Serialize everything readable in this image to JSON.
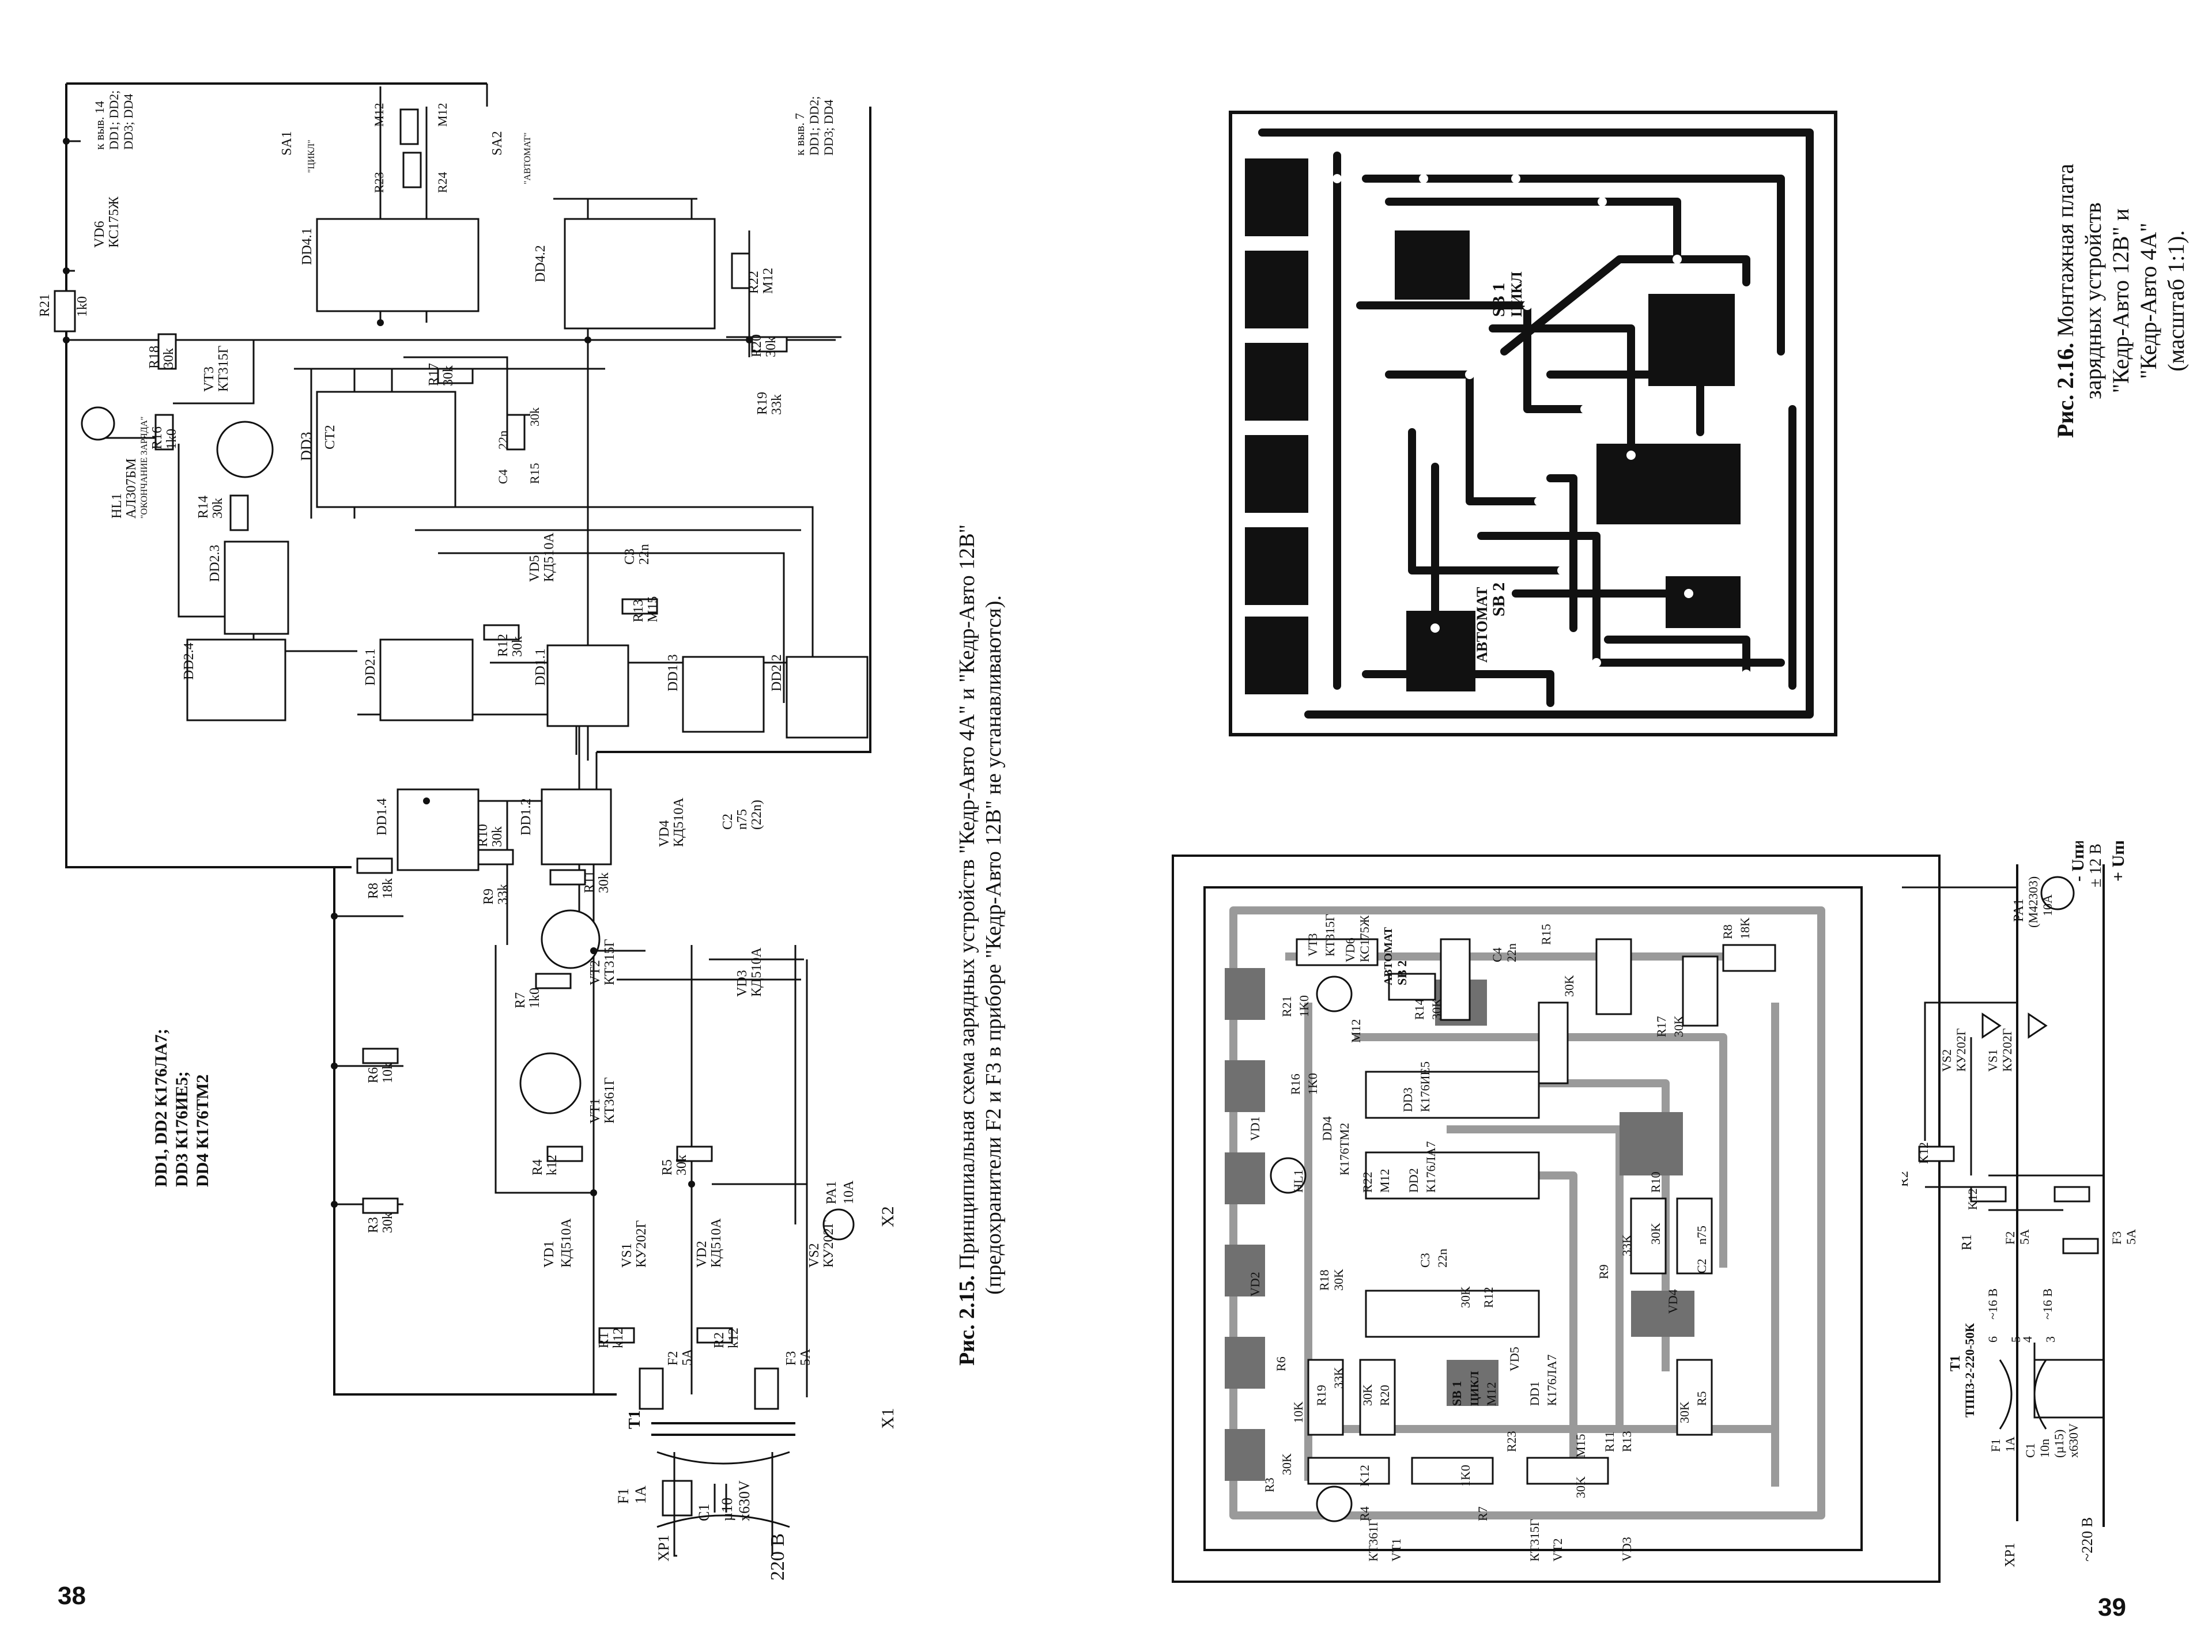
{
  "pages": {
    "left_number": "38",
    "right_number": "39"
  },
  "chip_legend": [
    "DD1, DD2  К176ЛА7;",
    "DD3  К176ИЕ5;",
    "DD4  К176ТМ2"
  ],
  "figure_215": {
    "number": "Рис. 2.15.",
    "title": "Принципиальная схема зарядных устройств \"Кедр-Авто 4А\" и \"Кедр-Авто 12В\"",
    "note": "(предохранители F2 и F3 в приборе \"Кедр-Авто 12В\" не устанавливаются)."
  },
  "figure_216": {
    "number": "Рис. 2.16.",
    "line1": "Монтажная плата",
    "line2": "зарядных устройств",
    "line3": "\"Кедр-Авто 12В\" и",
    "line4": "\"Кедр-Авто 4А\"",
    "line5": "(масштаб 1:1)."
  },
  "schematic": {
    "labels": [
      {
        "id": "XP1",
        "text": "XP1"
      },
      {
        "id": "F1",
        "text": "F1"
      },
      {
        "id": "F1v",
        "text": "1A"
      },
      {
        "id": "C1",
        "text": "C1"
      },
      {
        "id": "C1v",
        "text": "µ10"
      },
      {
        "id": "C1w",
        "text": "x630V"
      },
      {
        "id": "mains",
        "text": "~ 220 В"
      },
      {
        "id": "T1",
        "text": "T1"
      },
      {
        "id": "X1",
        "text": "X1"
      },
      {
        "id": "X2",
        "text": "X2"
      },
      {
        "id": "PA1",
        "text": "PA1"
      },
      {
        "id": "PA1v",
        "text": "10A"
      },
      {
        "id": "F2",
        "text": "F2"
      },
      {
        "id": "F2v",
        "text": "5A"
      },
      {
        "id": "F3",
        "text": "F3"
      },
      {
        "id": "F3v",
        "text": "5A"
      },
      {
        "id": "R1",
        "text": "R1"
      },
      {
        "id": "R1v",
        "text": "k12"
      },
      {
        "id": "R2",
        "text": "R2"
      },
      {
        "id": "R2v",
        "text": "k12"
      },
      {
        "id": "VD1",
        "text": "VD1"
      },
      {
        "id": "VD1v",
        "text": "КД510А"
      },
      {
        "id": "VS1",
        "text": "VS1"
      },
      {
        "id": "VS1v",
        "text": "КУ202Г"
      },
      {
        "id": "VD2",
        "text": "VD2"
      },
      {
        "id": "VD2v",
        "text": "КД510А"
      },
      {
        "id": "VS2",
        "text": "VS2"
      },
      {
        "id": "VS2v",
        "text": "КУ202Г"
      },
      {
        "id": "R3",
        "text": "R3"
      },
      {
        "id": "R3v",
        "text": "30k"
      },
      {
        "id": "R4",
        "text": "R4"
      },
      {
        "id": "R4v",
        "text": "k12"
      },
      {
        "id": "R5",
        "text": "R5"
      },
      {
        "id": "R5v",
        "text": "30k"
      },
      {
        "id": "R6",
        "text": "R6"
      },
      {
        "id": "R6v",
        "text": "10k"
      },
      {
        "id": "VT1",
        "text": "VT1"
      },
      {
        "id": "VT1v",
        "text": "КТ361Г"
      },
      {
        "id": "R7",
        "text": "R7"
      },
      {
        "id": "R7v",
        "text": "1k0"
      },
      {
        "id": "VT2",
        "text": "VT2"
      },
      {
        "id": "VT2v",
        "text": "КТ315Г"
      },
      {
        "id": "VD3",
        "text": "VD3"
      },
      {
        "id": "VD3v",
        "text": "КД510А"
      },
      {
        "id": "R8",
        "text": "R8"
      },
      {
        "id": "R8v",
        "text": "18k"
      },
      {
        "id": "R9",
        "text": "R9"
      },
      {
        "id": "R9v",
        "text": "33k"
      },
      {
        "id": "R10",
        "text": "R10"
      },
      {
        "id": "R10v",
        "text": "30k"
      },
      {
        "id": "R11",
        "text": "R11"
      },
      {
        "id": "R11v",
        "text": "30k"
      },
      {
        "id": "VD4",
        "text": "VD4"
      },
      {
        "id": "VD4v",
        "text": "КД510А"
      },
      {
        "id": "C2",
        "text": "C2"
      },
      {
        "id": "C2v",
        "text": "n75"
      },
      {
        "id": "C2w",
        "text": "(22n)"
      },
      {
        "id": "DD14",
        "text": "DD1.4"
      },
      {
        "id": "DD12",
        "text": "DD1.2"
      },
      {
        "id": "DD24",
        "text": "DD2.4"
      },
      {
        "id": "DD21",
        "text": "DD2.1"
      },
      {
        "id": "DD11",
        "text": "DD1.1"
      },
      {
        "id": "DD13",
        "text": "DD1.3"
      },
      {
        "id": "DD22",
        "text": "DD2.2"
      },
      {
        "id": "DD23",
        "text": "DD2.3"
      },
      {
        "id": "R12",
        "text": "R12"
      },
      {
        "id": "R12v",
        "text": "30k"
      },
      {
        "id": "R13",
        "text": "R13"
      },
      {
        "id": "R13v",
        "text": "M15"
      },
      {
        "id": "C3",
        "text": "C3"
      },
      {
        "id": "C3v",
        "text": "22n"
      },
      {
        "id": "VD5",
        "text": "VD5"
      },
      {
        "id": "VD5v",
        "text": "КД510А"
      },
      {
        "id": "R14",
        "text": "R14"
      },
      {
        "id": "R14v",
        "text": "30k"
      },
      {
        "id": "HL1",
        "text": "HL1"
      },
      {
        "id": "HL1v",
        "text": "АЛ307БМ"
      },
      {
        "id": "HL1w",
        "text": "\"ОКОНЧАНИЕ ЗАРЯДА\""
      },
      {
        "id": "R16",
        "text": "R16"
      },
      {
        "id": "R16v",
        "text": "1k0"
      },
      {
        "id": "VT3",
        "text": "VT3"
      },
      {
        "id": "VT3v",
        "text": "КТ315Г"
      },
      {
        "id": "R18",
        "text": "R18"
      },
      {
        "id": "R18v",
        "text": "30k"
      },
      {
        "id": "DD3",
        "text": "DD3"
      },
      {
        "id": "CT2",
        "text": "CT2"
      },
      {
        "id": "C4",
        "text": "C4"
      },
      {
        "id": "C4v",
        "text": "22n"
      },
      {
        "id": "R15",
        "text": "R15"
      },
      {
        "id": "R15v",
        "text": "30k"
      },
      {
        "id": "R17",
        "text": "R17"
      },
      {
        "id": "R17v",
        "text": "30k"
      },
      {
        "id": "R21",
        "text": "R21"
      },
      {
        "id": "R21v",
        "text": "1k0"
      },
      {
        "id": "VD6",
        "text": "VD6"
      },
      {
        "id": "VD6v",
        "text": "КС175Ж"
      },
      {
        "id": "pin14",
        "text": "к выв. 14"
      },
      {
        "id": "pin14b",
        "text": "DD1; DD2;"
      },
      {
        "id": "pin14c",
        "text": "DD3; DD4"
      },
      {
        "id": "DD41",
        "text": "DD4.1"
      },
      {
        "id": "DD42",
        "text": "DD4.2"
      },
      {
        "id": "SA1",
        "text": "SA1"
      },
      {
        "id": "SA1v",
        "text": "\"ЦИКЛ\""
      },
      {
        "id": "SA2",
        "text": "SA2"
      },
      {
        "id": "SA2v",
        "text": "\"АВТОМАТ\""
      },
      {
        "id": "R23",
        "text": "R23"
      },
      {
        "id": "R23v",
        "text": "M12"
      },
      {
        "id": "R24",
        "text": "R24"
      },
      {
        "id": "R24v",
        "text": "M12"
      },
      {
        "id": "R22",
        "text": "R22"
      },
      {
        "id": "R22v",
        "text": "M12"
      },
      {
        "id": "R20",
        "text": "R20"
      },
      {
        "id": "R20v",
        "text": "30k"
      },
      {
        "id": "R19",
        "text": "R19"
      },
      {
        "id": "R19v",
        "text": "33k"
      },
      {
        "id": "pin7",
        "text": "к выв. 7"
      },
      {
        "id": "pin7b",
        "text": "DD1; DD2;"
      },
      {
        "id": "pin7c",
        "text": "DD3; DD4"
      }
    ]
  },
  "pcb": {
    "labels": [
      {
        "id": "sb1",
        "text": "SB 1"
      },
      {
        "id": "cycle",
        "text": "ЦИКЛ"
      },
      {
        "id": "auto",
        "text": "АВТОМАТ"
      },
      {
        "id": "sb2",
        "text": "SB 2"
      }
    ]
  },
  "assembly": {
    "labels": [
      {
        "id": "R21",
        "text": "R21"
      },
      {
        "id": "R21v",
        "text": "1K0"
      },
      {
        "id": "VT3",
        "text": "VT3"
      },
      {
        "id": "VT3v",
        "text": "КТ315Г"
      },
      {
        "id": "VD6",
        "text": "VD6"
      },
      {
        "id": "VD6v",
        "text": "КС175Ж"
      },
      {
        "id": "M12a",
        "text": "M12"
      },
      {
        "id": "auto",
        "text": "АВТОМАТ"
      },
      {
        "id": "sb2",
        "text": "SB 2"
      },
      {
        "id": "R14",
        "text": "R14"
      },
      {
        "id": "R14v",
        "text": "30K"
      },
      {
        "id": "C4",
        "text": "C4"
      },
      {
        "id": "C4v",
        "text": "22n"
      },
      {
        "id": "R15",
        "text": "R15"
      },
      {
        "id": "R15v",
        "text": "30K"
      },
      {
        "id": "R8",
        "text": "R8"
      },
      {
        "id": "R8v",
        "text": "18K"
      },
      {
        "id": "R17",
        "text": "R17"
      },
      {
        "id": "R17v",
        "text": "30K"
      },
      {
        "id": "DD3",
        "text": "DD3"
      },
      {
        "id": "DD3v",
        "text": "К176ИЕ5"
      },
      {
        "id": "R16",
        "text": "R16"
      },
      {
        "id": "R16v",
        "text": "1K0"
      },
      {
        "id": "VD1",
        "text": "VD1"
      },
      {
        "id": "HL1",
        "text": "HL1"
      },
      {
        "id": "DD4",
        "text": "DD4"
      },
      {
        "id": "DD4v",
        "text": "К176ТМ2"
      },
      {
        "id": "R22",
        "text": "R22"
      },
      {
        "id": "M12b",
        "text": "M12"
      },
      {
        "id": "DD2",
        "text": "DD2"
      },
      {
        "id": "DD2v",
        "text": "К176ЛА7"
      },
      {
        "id": "R10",
        "text": "R10"
      },
      {
        "id": "R10v",
        "text": "30K"
      },
      {
        "id": "R9v",
        "text": "33K"
      },
      {
        "id": "R9",
        "text": "R9"
      },
      {
        "id": "C2",
        "text": "C2"
      },
      {
        "id": "C2v",
        "text": "n75"
      },
      {
        "id": "VD2",
        "text": "VD2"
      },
      {
        "id": "R18",
        "text": "R18"
      },
      {
        "id": "R18v",
        "text": "30K"
      },
      {
        "id": "R6",
        "text": "R6"
      },
      {
        "id": "R19",
        "text": "R19"
      },
      {
        "id": "R19v",
        "text": "33K"
      },
      {
        "id": "R20",
        "text": "R20"
      },
      {
        "id": "R20v",
        "text": "30K"
      },
      {
        "id": "C3",
        "text": "C3"
      },
      {
        "id": "C3v",
        "text": "22n"
      },
      {
        "id": "R12",
        "text": "R12"
      },
      {
        "id": "R12v",
        "text": "30K"
      },
      {
        "id": "VD4",
        "text": "VD4"
      },
      {
        "id": "sb1",
        "text": "SB 1"
      },
      {
        "id": "cycle",
        "text": "ЦИКЛ"
      },
      {
        "id": "M12c",
        "text": "M12"
      },
      {
        "id": "VD5",
        "text": "VD5"
      },
      {
        "id": "DD1",
        "text": "DD1"
      },
      {
        "id": "DD1v",
        "text": "К176ЛА7"
      },
      {
        "id": "R5",
        "text": "R5"
      },
      {
        "id": "R5v",
        "text": "30K"
      },
      {
        "id": "R6v",
        "text": "10K"
      },
      {
        "id": "R23",
        "text": "R23"
      },
      {
        "id": "M15",
        "text": "M15"
      },
      {
        "id": "R3",
        "text": "R3"
      },
      {
        "id": "R3v",
        "text": "30K"
      },
      {
        "id": "R4",
        "text": "R4"
      },
      {
        "id": "R4v",
        "text": "K12"
      },
      {
        "id": "R7",
        "text": "R7"
      },
      {
        "id": "R7v",
        "text": "1K0"
      },
      {
        "id": "R11",
        "text": "R11"
      },
      {
        "id": "R13",
        "text": "R13"
      },
      {
        "id": "R11v",
        "text": "30K"
      },
      {
        "id": "VT1",
        "text": "VT1"
      },
      {
        "id": "VT1v",
        "text": "КТ361Г"
      },
      {
        "id": "VT2",
        "text": "VT2"
      },
      {
        "id": "VT2v",
        "text": "КТ315Г"
      },
      {
        "id": "VD3",
        "text": "VD3"
      }
    ]
  },
  "power": {
    "labels": [
      {
        "id": "PA1",
        "text": "PA1"
      },
      {
        "id": "PA1m",
        "text": "(М42303)"
      },
      {
        "id": "PA1v",
        "text": "10A"
      },
      {
        "id": "umin",
        "text": "- Uпит"
      },
      {
        "id": "v12",
        "text": "± 12 В"
      },
      {
        "id": "uplus",
        "text": "+ Uпит"
      },
      {
        "id": "VS2",
        "text": "VS2"
      },
      {
        "id": "VS2v",
        "text": "КУ202Г"
      },
      {
        "id": "VS1",
        "text": "VS1"
      },
      {
        "id": "VS1v",
        "text": "КУ202Г"
      },
      {
        "id": "R2",
        "text": "R2"
      },
      {
        "id": "R2v",
        "text": "K12"
      },
      {
        "id": "R1",
        "text": "R1"
      },
      {
        "id": "R1v",
        "text": "K12"
      },
      {
        "id": "F2",
        "text": "F2"
      },
      {
        "id": "F2v",
        "text": "5A"
      },
      {
        "id": "F3",
        "text": "F3"
      },
      {
        "id": "F3v",
        "text": "5A"
      },
      {
        "id": "T1",
        "text": "T1"
      },
      {
        "id": "T1v",
        "text": "ТПП3-2-220-50К"
      },
      {
        "id": "w1",
        "text": "~16 В"
      },
      {
        "id": "w2",
        "text": "~16 В"
      },
      {
        "id": "n6",
        "text": "6"
      },
      {
        "id": "n5",
        "text": "5"
      },
      {
        "id": "n4",
        "text": "4"
      },
      {
        "id": "n3",
        "text": "3"
      },
      {
        "id": "F1",
        "text": "F1"
      },
      {
        "id": "F1v",
        "text": "1A"
      },
      {
        "id": "C1",
        "text": "C1"
      },
      {
        "id": "C1v",
        "text": "10n"
      },
      {
        "id": "C1w",
        "text": "(µ15)"
      },
      {
        "id": "C1x",
        "text": "x630V"
      },
      {
        "id": "XP1",
        "text": "XP1"
      },
      {
        "id": "mains",
        "text": "~220 В"
      }
    ]
  }
}
